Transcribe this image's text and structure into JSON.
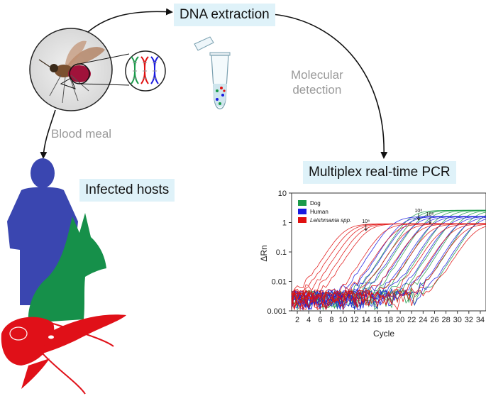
{
  "labels": {
    "dna_extraction": "DNA extraction",
    "molecular_detection_line1": "Molecular",
    "molecular_detection_line2": "detection",
    "blood_meal": "Blood meal",
    "infected_hosts": "Infected hosts",
    "multiplex_pcr": "Multiplex real-time PCR"
  },
  "colors": {
    "dog": "#1a9a4a",
    "human": "#1a1ae0",
    "leishmania": "#e01010",
    "human_silhouette": "#3a46b0",
    "label_bg": "#dff2f9"
  },
  "icons": [
    "sandfly-icon",
    "dna-helix-icon",
    "microtube-icon",
    "human-silhouette-icon",
    "dog-silhouette-icon",
    "leishmania-parasite-icon"
  ],
  "chart_data": {
    "type": "line",
    "xlabel": "Cycle",
    "ylabel": "ΔRn",
    "y_scale": "log",
    "xlim": [
      1,
      35
    ],
    "ylim": [
      0.001,
      10
    ],
    "x_ticks": [
      "2",
      "4",
      "6",
      "8",
      "10",
      "12",
      "14",
      "16",
      "18",
      "20",
      "22",
      "24",
      "26",
      "28",
      "30",
      "32",
      "34"
    ],
    "y_ticks": [
      "10",
      "1",
      "0.1",
      "0.01",
      "0.001"
    ],
    "legend": [
      {
        "name": "Dog",
        "color": "#1a9a4a",
        "italic": false
      },
      {
        "name": "Human",
        "color": "#1a1ae0",
        "italic": false
      },
      {
        "name": "Leishmania spp.",
        "color": "#e01010",
        "italic": true
      }
    ],
    "legend_position": "top-left",
    "annotations": [
      {
        "text": "10⁸",
        "x": 14,
        "y": 0.7
      },
      {
        "text": "10⁸",
        "x": 23.2,
        "y": 1.6
      },
      {
        "text": "10⁸",
        "x": 25.2,
        "y": 1.2
      }
    ],
    "series": [
      {
        "name": "Dog",
        "color": "#1a9a4a",
        "plateau": 2.6,
        "thresholds": [
          21.5,
          22.5,
          23.5,
          25,
          26.5,
          28,
          29.5,
          31,
          32.5,
          34
        ]
      },
      {
        "name": "Human",
        "color": "#1a1ae0",
        "plateau": 1.6,
        "thresholds": [
          18.5,
          20,
          21,
          22.5,
          24,
          25.5,
          27,
          28.5,
          30,
          31.5,
          33
        ]
      },
      {
        "name": "Leishmania spp.",
        "color": "#e01010",
        "plateau": 0.9,
        "thresholds": [
          10,
          11,
          12,
          13,
          14,
          17,
          19,
          21,
          23,
          25,
          27,
          29,
          31,
          33
        ]
      }
    ]
  }
}
